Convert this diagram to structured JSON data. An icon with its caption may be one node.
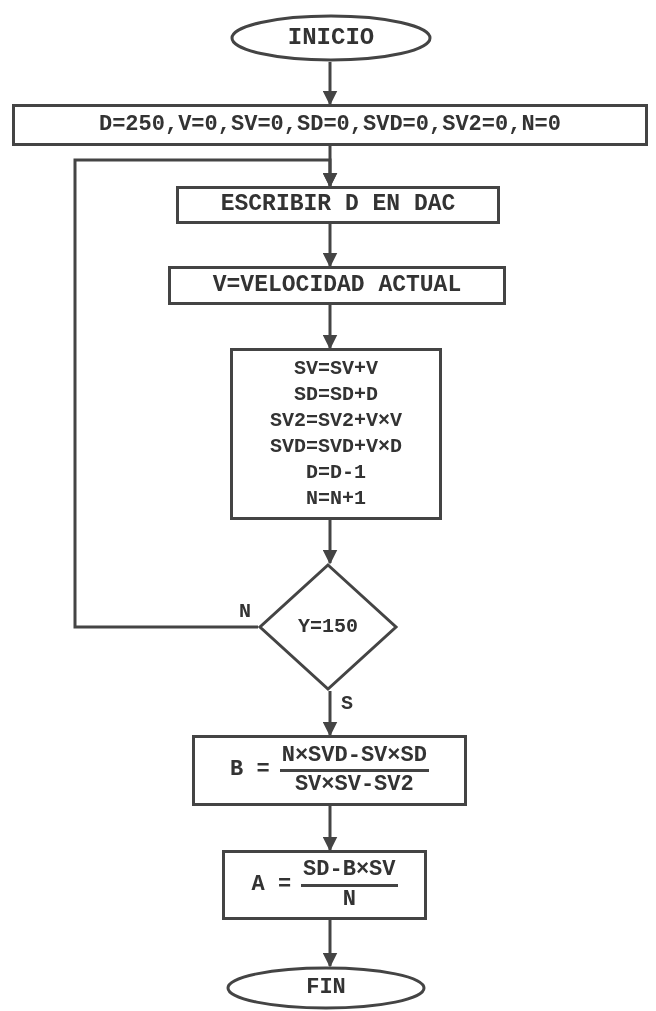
{
  "diagram": {
    "nodes": [
      {
        "text": [
          "INICIO"
        ]
      },
      {
        "text": [
          "D=250,V=0,SV=0,SD=0,SVD=0,SV2=0,N=0"
        ]
      },
      {
        "text": [
          "ESCRIBIR D EN DAC"
        ]
      },
      {
        "text": [
          "V=VELOCIDAD ACTUAL"
        ]
      },
      {
        "text": [
          "SV=SV+V",
          "SD=SD+D",
          "SV2=SV2+V×V",
          "SVD=SVD+V×D",
          "D=D-1",
          "N=N+1"
        ]
      },
      {
        "text": [
          "Y=150"
        ]
      },
      {
        "text": [
          "B =",
          "N×SVD-SV×SD",
          "SV×SV-SV2"
        ]
      },
      {
        "text": [
          "A =",
          "SD-B×SV",
          "N"
        ]
      },
      {
        "text": [
          "FIN"
        ]
      }
    ],
    "edges": [
      {
        "from": 0,
        "to": 1,
        "arrow": "to"
      },
      {
        "from": 1,
        "to": 2,
        "arrow": "to"
      },
      {
        "from": 2,
        "to": 3,
        "arrow": "to"
      },
      {
        "from": 3,
        "to": 4,
        "arrow": "to"
      },
      {
        "from": 4,
        "to": 5,
        "arrow": "to"
      },
      {
        "from": 5,
        "to": 2,
        "arrow": "to",
        "label": "N"
      },
      {
        "from": 5,
        "to": 6,
        "arrow": "to",
        "label": "S"
      },
      {
        "from": 6,
        "to": 7,
        "arrow": "to"
      },
      {
        "from": 7,
        "to": 8,
        "arrow": "to"
      }
    ]
  }
}
